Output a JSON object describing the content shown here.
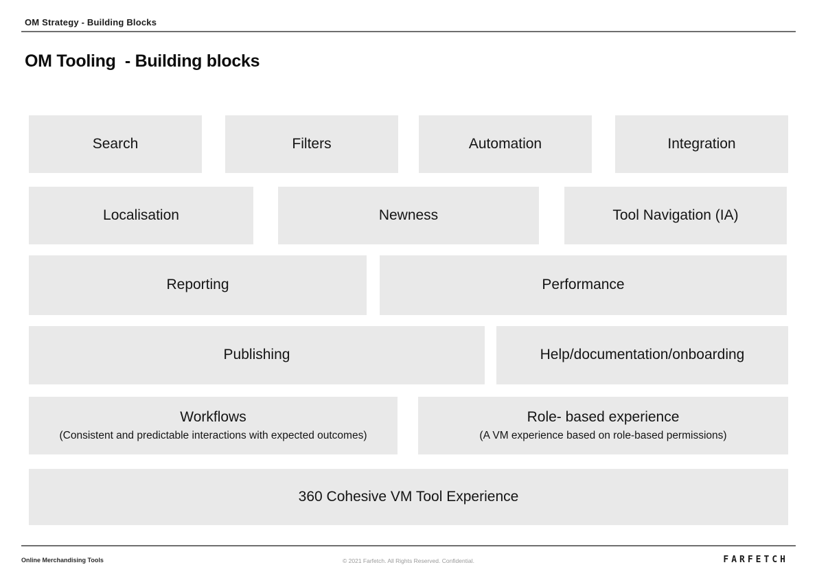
{
  "header": {
    "eyebrow": "OM Strategy - Building Blocks",
    "title": "OM Tooling  - Building blocks"
  },
  "rows": [
    {
      "blocks": [
        {
          "label": "Search"
        },
        {
          "label": "Filters"
        },
        {
          "label": "Automation"
        },
        {
          "label": "Integration"
        }
      ]
    },
    {
      "blocks": [
        {
          "label": "Localisation"
        },
        {
          "label": "Newness"
        },
        {
          "label": "Tool Navigation (IA)"
        }
      ]
    },
    {
      "blocks": [
        {
          "label": "Reporting"
        },
        {
          "label": "Performance"
        }
      ]
    },
    {
      "blocks": [
        {
          "label": "Publishing"
        },
        {
          "label": "Help/documentation/onboarding"
        }
      ]
    },
    {
      "blocks": [
        {
          "label": "Workflows",
          "sublabel": "(Consistent and predictable interactions with expected outcomes)"
        },
        {
          "label": "Role- based experience",
          "sublabel": "(A VM experience based on role-based permissions)"
        }
      ]
    },
    {
      "blocks": [
        {
          "label": "360 Cohesive VM Tool Experience"
        }
      ]
    }
  ],
  "footer": {
    "left": "Online Merchandising Tools",
    "center": "© 2021 Farfetch. All Rights Reserved. Confidential.",
    "logo": "FARFETCH"
  },
  "colors": {
    "block_background": "#E9E9E9",
    "divider": "#6E6E6E",
    "footer_muted": "#9A9A9A",
    "text": "#1A1A1A"
  }
}
